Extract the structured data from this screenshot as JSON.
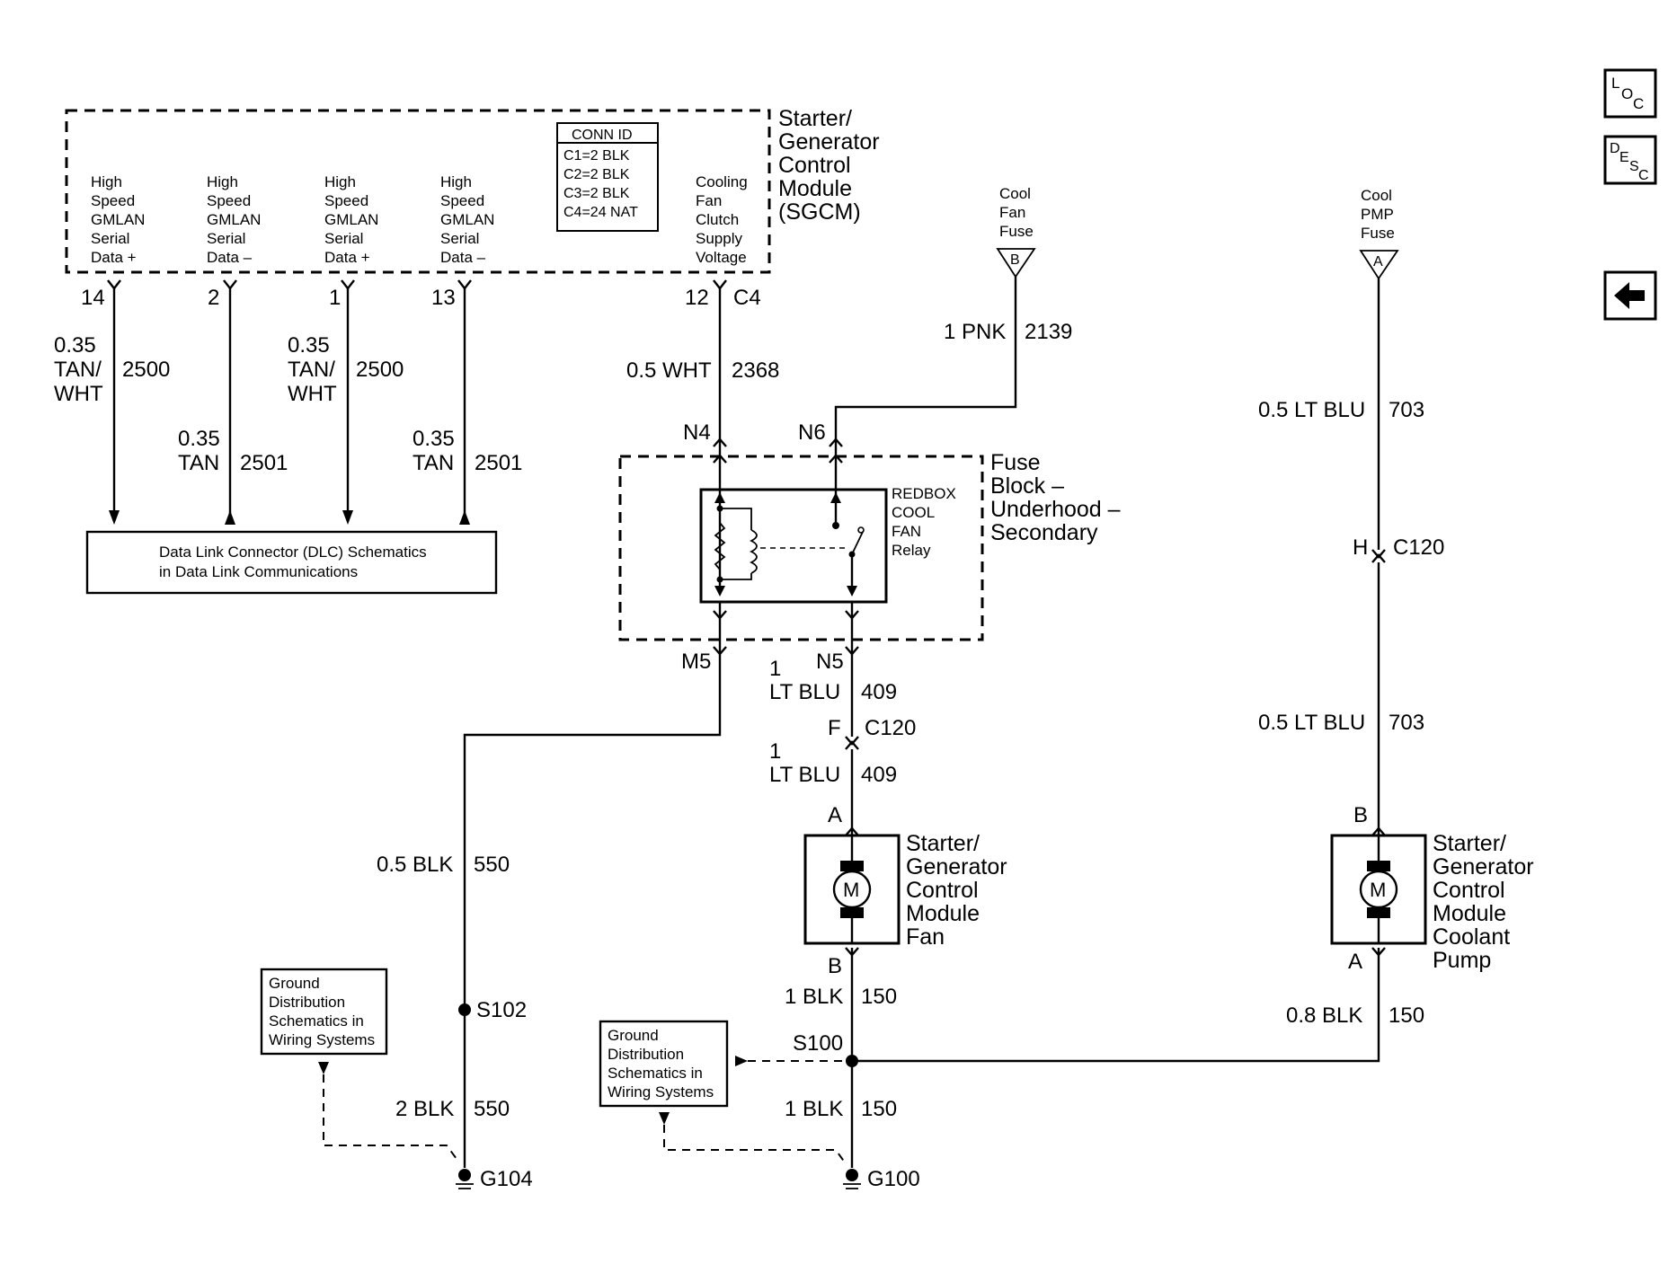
{
  "side_buttons": {
    "loc": "LOC",
    "desc": "DESC",
    "back": "back-arrow-icon"
  },
  "sgcm": {
    "name": [
      "Starter/",
      "Generator",
      "Control",
      "Module",
      "(SGCM)"
    ],
    "conn_id": {
      "title": "CONN ID",
      "rows": [
        "C1=2 BLK",
        "C2=2 BLK",
        "C3=2 BLK",
        "C4=24 NAT"
      ]
    },
    "pins": [
      {
        "label": [
          "High",
          "Speed",
          "GMLAN",
          "Serial",
          "Data +"
        ],
        "pin": "14",
        "wire_size": "0.35",
        "wire_color": [
          "TAN/",
          "WHT"
        ],
        "circuit": "2500"
      },
      {
        "label": [
          "High",
          "Speed",
          "GMLAN",
          "Serial",
          "Data –"
        ],
        "pin": "2",
        "wire_size": "0.35",
        "wire_color": [
          "TAN"
        ],
        "circuit": "2501"
      },
      {
        "label": [
          "High",
          "Speed",
          "GMLAN",
          "Serial",
          "Data +"
        ],
        "pin": "1",
        "wire_size": "0.35",
        "wire_color": [
          "TAN/",
          "WHT"
        ],
        "circuit": "2500"
      },
      {
        "label": [
          "High",
          "Speed",
          "GMLAN",
          "Serial",
          "Data –"
        ],
        "pin": "13",
        "wire_size": "0.35",
        "wire_color": [
          "TAN"
        ],
        "circuit": "2501"
      }
    ],
    "supply_pin": {
      "label": [
        "Cooling",
        "Fan",
        "Clutch",
        "Supply",
        "Voltage"
      ],
      "pin": "12",
      "connector": "C4",
      "wire": "0.5 WHT",
      "circuit": "2368"
    }
  },
  "dlc_ref": [
    "Data Link Connector (DLC) Schematics",
    "in Data Link Communications"
  ],
  "cool_fan_fuse": {
    "label": [
      "Cool",
      "Fan",
      "Fuse"
    ],
    "letter": "B",
    "wire": "1 PNK",
    "circuit": "2139"
  },
  "cool_pmp_fuse": {
    "label": [
      "Cool",
      "PMP",
      "Fuse"
    ],
    "letter": "A",
    "wire": "0.5 LT BLU",
    "circuit": "703"
  },
  "fuse_block": {
    "label": [
      "Fuse",
      "Block –",
      "Underhood –",
      "Secondary"
    ],
    "relay_label": [
      "REDBOX",
      "COOL",
      "FAN",
      "Relay"
    ],
    "pins": {
      "n4": "N4",
      "n6": "N6",
      "m5": "M5",
      "n5": "N5"
    }
  },
  "fan_circuit": {
    "wire_top_size": "1",
    "wire_top_color": "LT BLU",
    "wire_top_circuit": "409",
    "conn_pin": "F",
    "conn": "C120",
    "wire_bot_size": "1",
    "wire_bot_color": "LT BLU",
    "wire_bot_circuit": "409",
    "pin_a": "A",
    "pin_b": "B",
    "motor_symbol": "M",
    "motor_label": [
      "Starter/",
      "Generator",
      "Control",
      "Module",
      "Fan"
    ],
    "ground_wire_top": "1 BLK",
    "ground_circuit_top": "150",
    "splice": "S100",
    "ground_wire_bot": "1 BLK",
    "ground_circuit_bot": "150",
    "ground": "G100"
  },
  "pump_circuit": {
    "conn_pin": "H",
    "conn": "C120",
    "wire_bot": "0.5 LT BLU",
    "circuit_bot": "703",
    "pin_b": "B",
    "pin_a": "A",
    "motor_symbol": "M",
    "motor_label": [
      "Starter/",
      "Generator",
      "Control",
      "Module",
      "Coolant",
      "Pump"
    ],
    "ground_wire": "0.8 BLK",
    "ground_circuit": "150"
  },
  "m5_circuit": {
    "wire_top": "0.5 BLK",
    "circuit_top": "550",
    "splice": "S102",
    "wire_bot": "2 BLK",
    "circuit_bot": "550",
    "ground": "G104"
  },
  "ground_ref_left": [
    "Ground",
    "Distribution",
    "Schematics in",
    "Wiring Systems"
  ],
  "ground_ref_right": [
    "Ground",
    "Distribution",
    "Schematics in",
    "Wiring Systems"
  ]
}
